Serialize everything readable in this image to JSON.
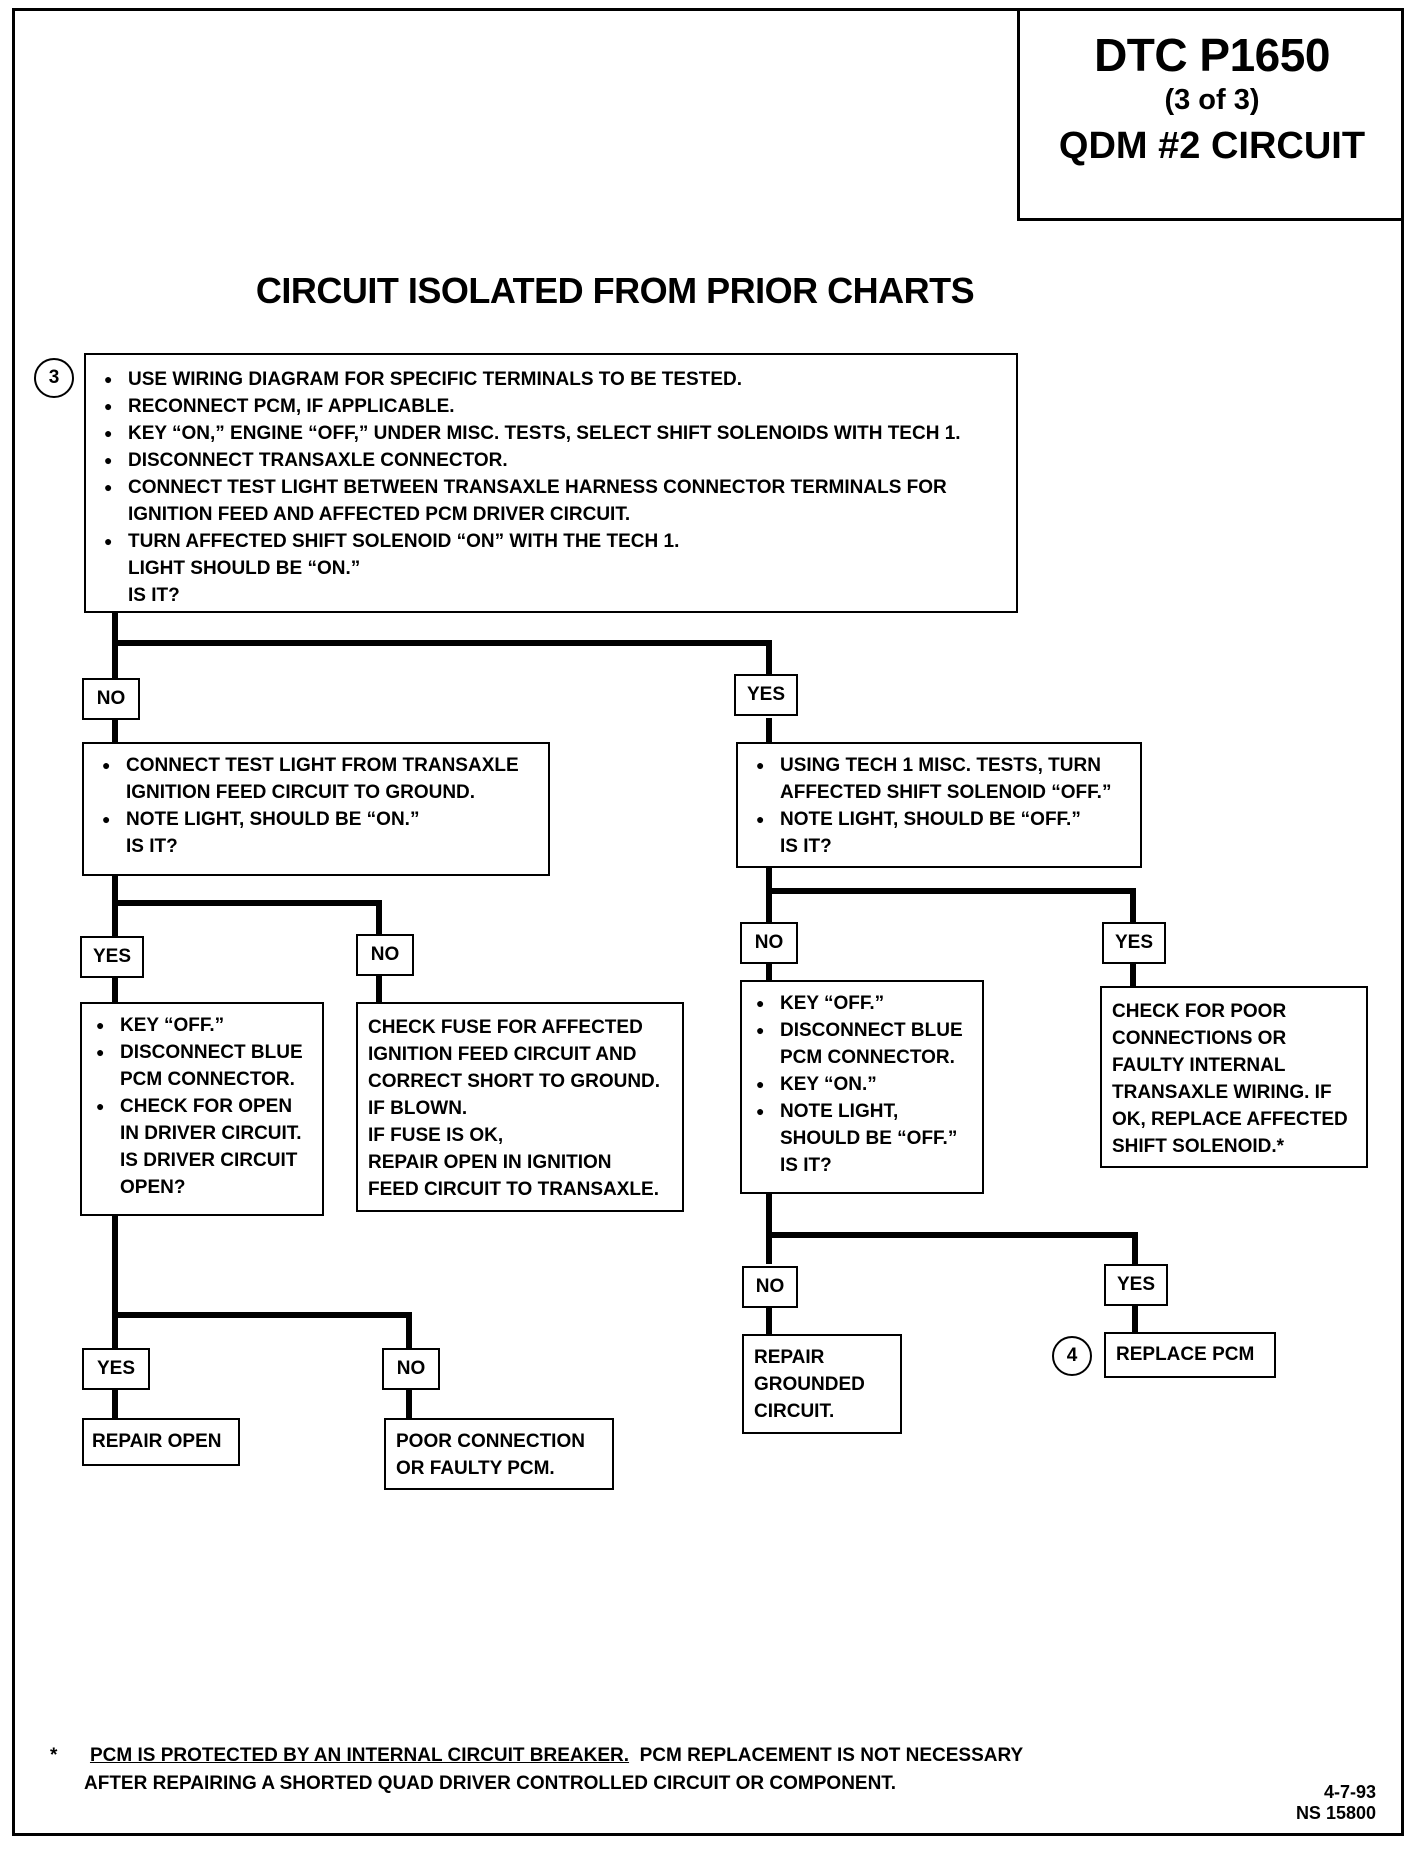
{
  "title": {
    "line1": "DTC P1650",
    "line2": "(3 of 3)",
    "line3": "QDM #2 CIRCUIT"
  },
  "heading": "CIRCUIT ISOLATED FROM PRIOR CHARTS",
  "step3": {
    "marker": "3",
    "bullets": [
      "USE WIRING DIAGRAM FOR SPECIFIC TERMINALS TO BE TESTED.",
      "RECONNECT PCM, IF APPLICABLE.",
      "KEY “ON,” ENGINE “OFF,” UNDER MISC. TESTS, SELECT SHIFT SOLENOIDS WITH TECH 1.",
      "DISCONNECT TRANSAXLE CONNECTOR.",
      "CONNECT TEST LIGHT BETWEEN TRANSAXLE HARNESS CONNECTOR TERMINALS FOR IGNITION FEED AND AFFECTED PCM DRIVER CIRCUIT.",
      "TURN AFFECTED SHIFT SOLENOID “ON” WITH THE TECH 1."
    ],
    "trailing": [
      "LIGHT SHOULD BE “ON.”",
      "IS IT?"
    ]
  },
  "labels": {
    "no": "NO",
    "yes": "YES"
  },
  "left_branch": {
    "bullets": [
      "CONNECT TEST LIGHT FROM TRANSAXLE IGNITION FEED CIRCUIT TO GROUND.",
      "NOTE LIGHT, SHOULD BE “ON.”"
    ],
    "trailing": "IS IT?"
  },
  "left_yes_box": {
    "bullets": [
      "KEY “OFF.”",
      "DISCONNECT BLUE PCM CONNECTOR.",
      "CHECK FOR OPEN IN DRIVER CIRCUIT."
    ],
    "trailing": [
      "IS DRIVER CIRCUIT",
      "OPEN?"
    ]
  },
  "left_no_box": {
    "lines": [
      "CHECK FUSE FOR AFFECTED",
      "IGNITION FEED CIRCUIT AND",
      "CORRECT SHORT TO GROUND.",
      "IF BLOWN.",
      "IF FUSE IS OK,",
      "REPAIR OPEN IN IGNITION",
      "FEED CIRCUIT TO TRANSAXLE."
    ]
  },
  "repair_open": "REPAIR OPEN",
  "poor_connection": [
    "POOR CONNECTION",
    "OR FAULTY PCM."
  ],
  "right_branch": {
    "bullets": [
      "USING TECH 1 MISC. TESTS, TURN AFFECTED SHIFT SOLENOID “OFF.”",
      "NOTE LIGHT, SHOULD BE “OFF.”"
    ],
    "trailing": "IS IT?"
  },
  "right_no_box": {
    "bullets": [
      "KEY “OFF.”",
      "DISCONNECT BLUE PCM CONNECTOR.",
      "KEY “ON.”",
      "NOTE LIGHT, SHOULD BE “OFF.”"
    ],
    "trailing": "IS IT?"
  },
  "right_yes_box": {
    "lines": [
      "CHECK FOR POOR",
      "CONNECTIONS OR",
      "FAULTY INTERNAL",
      "TRANSAXLE WIRING.  IF",
      "OK, REPLACE AFFECTED",
      "SHIFT SOLENOID.*"
    ]
  },
  "repair_grounded": [
    "REPAIR",
    "GROUNDED",
    "CIRCUIT."
  ],
  "replace_pcm": {
    "marker": "4",
    "text": "REPLACE PCM"
  },
  "footnote": {
    "star": "*",
    "underlined": "PCM IS PROTECTED BY AN INTERNAL CIRCUIT BREAKER.",
    "rest": "  PCM REPLACEMENT IS NOT NECESSARY",
    "line2": "AFTER REPAIRING A SHORTED QUAD DRIVER CONTROLLED CIRCUIT OR COMPONENT."
  },
  "code": {
    "date": "4-7-93",
    "ns": "NS 15800"
  }
}
